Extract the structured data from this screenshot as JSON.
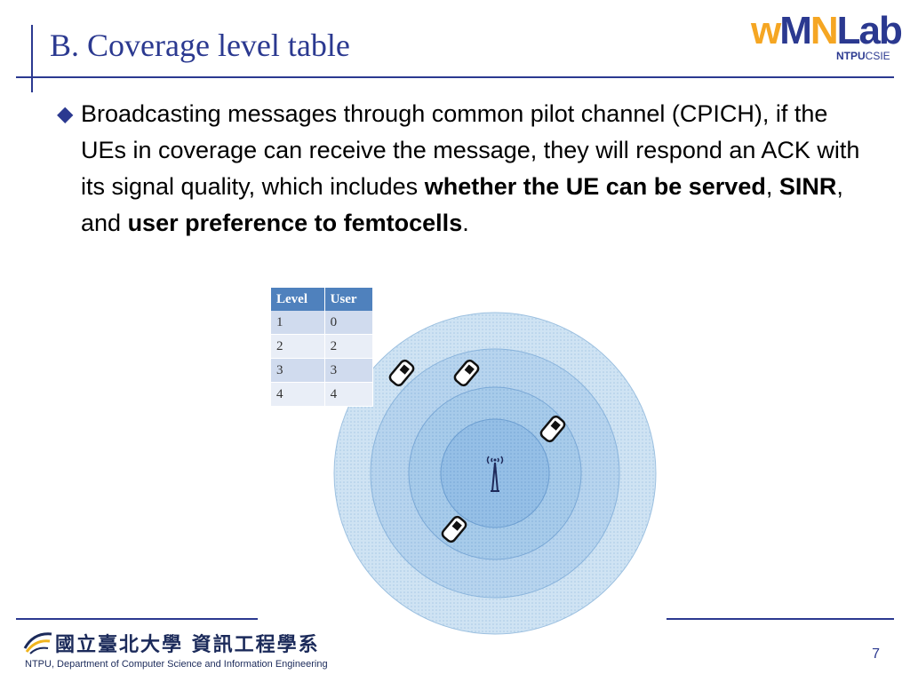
{
  "slide": {
    "title": "B. Coverage level table",
    "logo": {
      "main_w": "w",
      "main_m": "M",
      "main_n": "N",
      "main_lab": "Lab",
      "sub_bold": "NTPU",
      "sub_rest": "CSIE"
    },
    "bullet_symbol": "◆",
    "body": {
      "t1": "Broadcasting messages through common pilot channel (CPICH), if the UEs in coverage can receive the message, they will respond an ACK with its signal quality, which includes ",
      "b1": "whether the UE can be served",
      "t2": ", ",
      "b2": "SINR",
      "t3": ", and ",
      "b3": "user preference to femtocells",
      "t4": "."
    },
    "table": {
      "headers": [
        "Level",
        "User"
      ],
      "rows": [
        [
          "1",
          "0"
        ],
        [
          "2",
          "2"
        ],
        [
          "3",
          "3"
        ],
        [
          "4",
          "4"
        ]
      ]
    },
    "footer": {
      "university_cn": "國立臺北大學 資訊工程學系",
      "department_en": "NTPU, Department of Computer Science and Information Engineering",
      "page_number": "7"
    }
  },
  "colors": {
    "accent": "#2b3990",
    "table_header": "#4f81bd",
    "circle_fill": "#c6ddf0"
  },
  "icons": [
    "antenna-icon",
    "phone-icon",
    "diamond-bullet-icon"
  ]
}
